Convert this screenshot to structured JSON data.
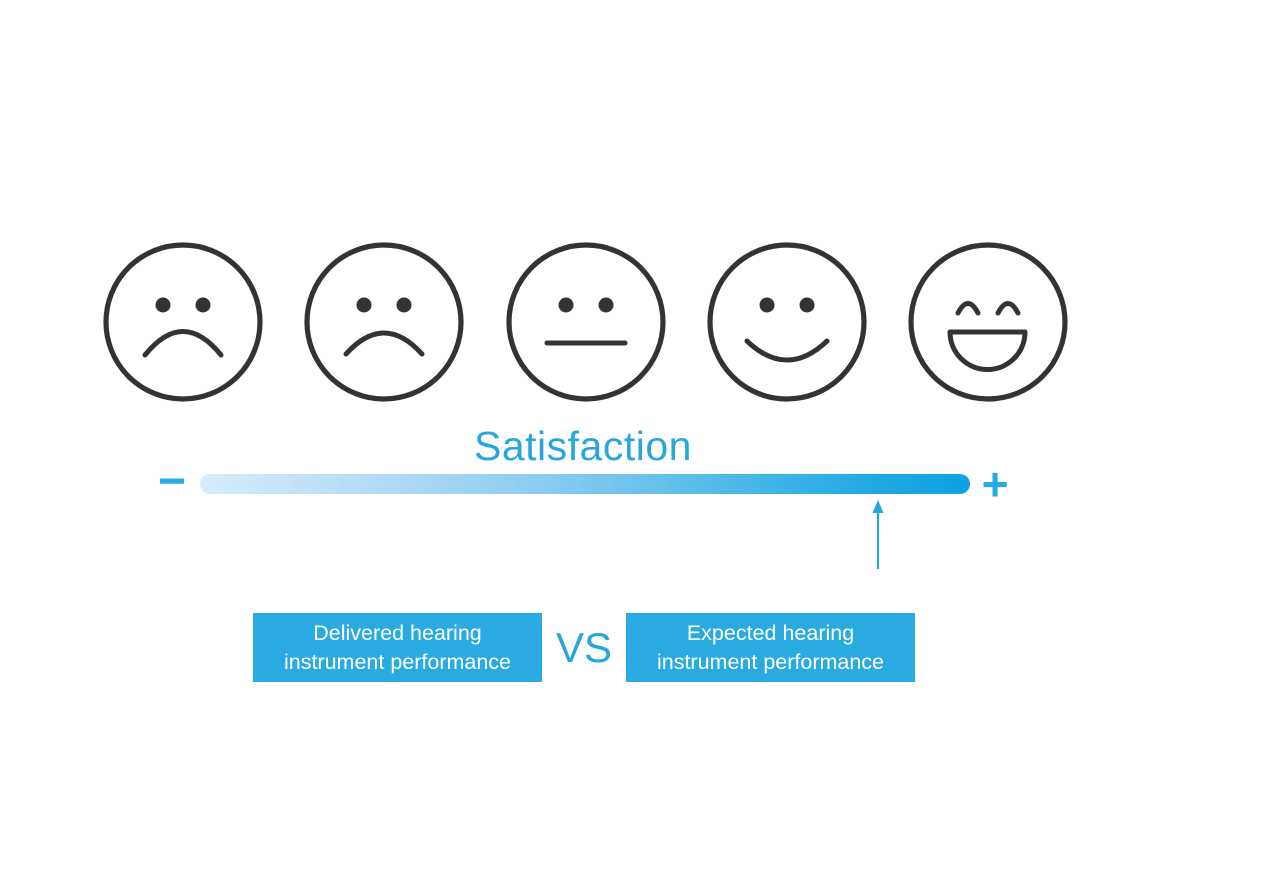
{
  "page": {
    "background": "#ffffff"
  },
  "scale": {
    "title": "Satisfaction",
    "minus_label": "−",
    "plus_label": "+",
    "faces": [
      {
        "icon": "very-sad-face-icon",
        "mood": "very sad"
      },
      {
        "icon": "sad-face-icon",
        "mood": "sad"
      },
      {
        "icon": "neutral-face-icon",
        "mood": "neutral"
      },
      {
        "icon": "happy-face-icon",
        "mood": "happy"
      },
      {
        "icon": "very-happy-face-icon",
        "mood": "very happy"
      }
    ],
    "marker_arrow_icon": "up-arrow-icon",
    "colors": {
      "accent_blue": "#29abe2",
      "title_blue": "#2aa6df",
      "bar_gradient_start": "#d6ecfa",
      "bar_gradient_end": "#0ca1e0",
      "face_stroke": "#333333",
      "box_text": "#ffffff"
    }
  },
  "comparison": {
    "delivered_box": {
      "lines": [
        "Delivered hearing",
        "instrument performance"
      ]
    },
    "vs_label": "VS",
    "expected_box": {
      "lines": [
        "Expected hearing",
        "instrument performance"
      ]
    }
  }
}
